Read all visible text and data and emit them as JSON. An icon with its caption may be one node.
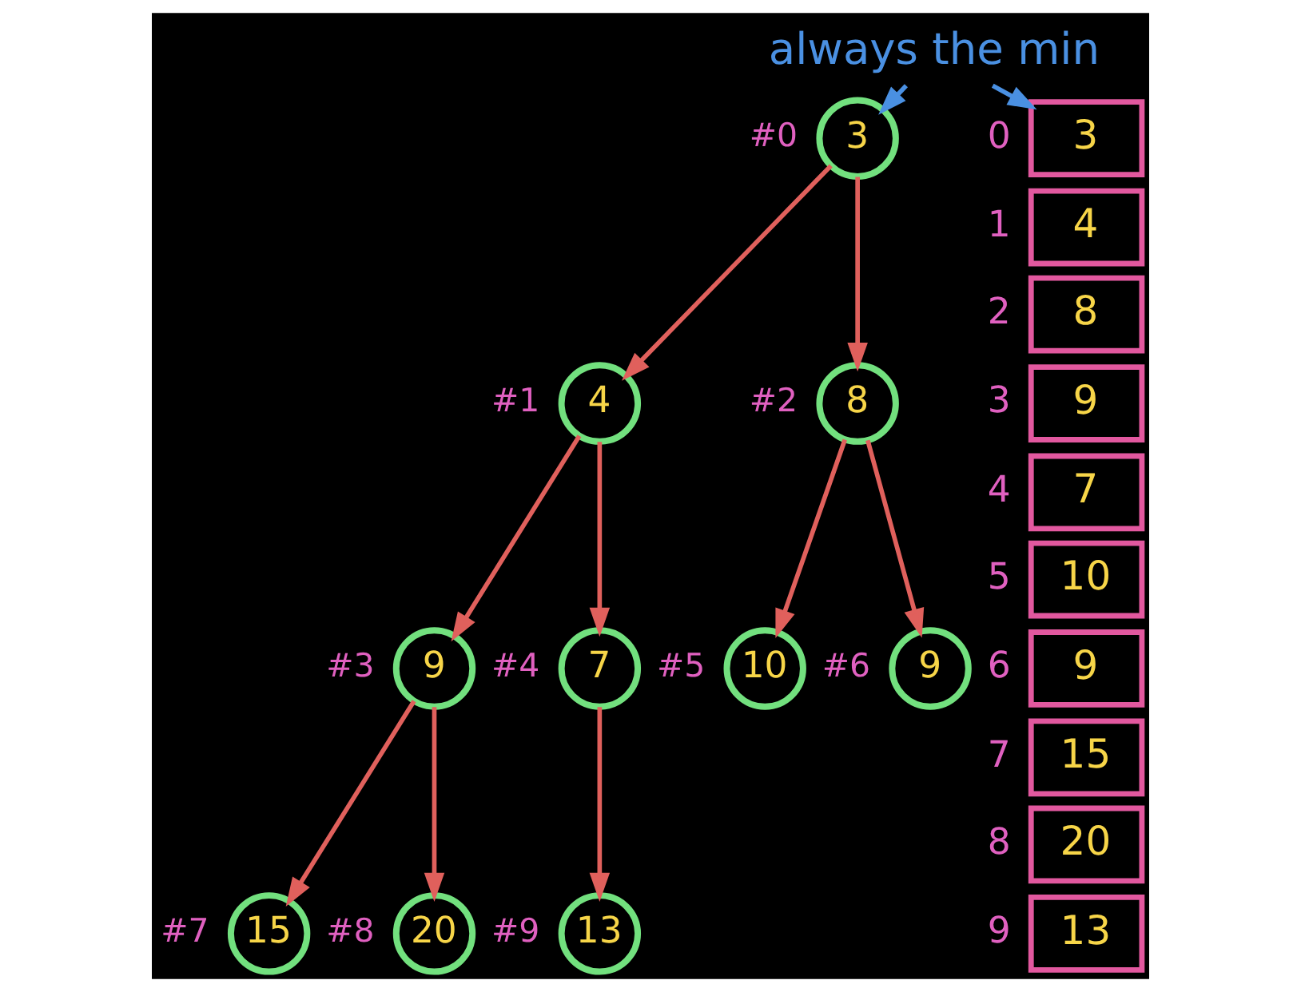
{
  "diagram": {
    "nodes": [
      {
        "text": [
          "always the min"
        ]
      },
      {
        "text": [
          "3"
        ],
        "beside": [
          "#0"
        ]
      },
      {
        "text": [
          "4"
        ],
        "beside": [
          "#1"
        ]
      },
      {
        "text": [
          "8"
        ],
        "beside": [
          "#2"
        ]
      },
      {
        "text": [
          "9"
        ],
        "beside": [
          "#3"
        ]
      },
      {
        "text": [
          "7"
        ],
        "beside": [
          "#4"
        ]
      },
      {
        "text": [
          "10"
        ],
        "beside": [
          "#5"
        ]
      },
      {
        "text": [
          "9"
        ],
        "beside": [
          "#6"
        ]
      },
      {
        "text": [
          "15"
        ],
        "beside": [
          "#7"
        ]
      },
      {
        "text": [
          "20"
        ],
        "beside": [
          "#8"
        ]
      },
      {
        "text": [
          "13"
        ],
        "beside": [
          "#9"
        ]
      },
      {
        "text": [
          "3"
        ],
        "beside": [
          "0"
        ]
      },
      {
        "text": [
          "4"
        ],
        "beside": [
          "1"
        ]
      },
      {
        "text": [
          "8"
        ],
        "beside": [
          "2"
        ]
      },
      {
        "text": [
          "9"
        ],
        "beside": [
          "3"
        ]
      },
      {
        "text": [
          "7"
        ],
        "beside": [
          "4"
        ]
      },
      {
        "text": [
          "10"
        ],
        "beside": [
          "5"
        ]
      },
      {
        "text": [
          "9"
        ],
        "beside": [
          "6"
        ]
      },
      {
        "text": [
          "15"
        ],
        "beside": [
          "7"
        ]
      },
      {
        "text": [
          "20"
        ],
        "beside": [
          "8"
        ]
      },
      {
        "text": [
          "13"
        ],
        "beside": [
          "9"
        ]
      }
    ],
    "edges": [
      {
        "from": 0,
        "to": 1,
        "arrow": "to",
        "color": "#4a90e2"
      },
      {
        "from": 0,
        "to": 11,
        "arrow": "to",
        "color": "#4a90e2"
      },
      {
        "from": 1,
        "to": 2,
        "arrow": "to"
      },
      {
        "from": 1,
        "to": 3,
        "arrow": "to"
      },
      {
        "from": 2,
        "to": 4,
        "arrow": "to"
      },
      {
        "from": 2,
        "to": 5,
        "arrow": "to"
      },
      {
        "from": 3,
        "to": 6,
        "arrow": "to"
      },
      {
        "from": 3,
        "to": 7,
        "arrow": "to"
      },
      {
        "from": 4,
        "to": 8,
        "arrow": "to"
      },
      {
        "from": 4,
        "to": 9,
        "arrow": "to"
      },
      {
        "from": 5,
        "to": 10,
        "arrow": "to"
      }
    ]
  }
}
